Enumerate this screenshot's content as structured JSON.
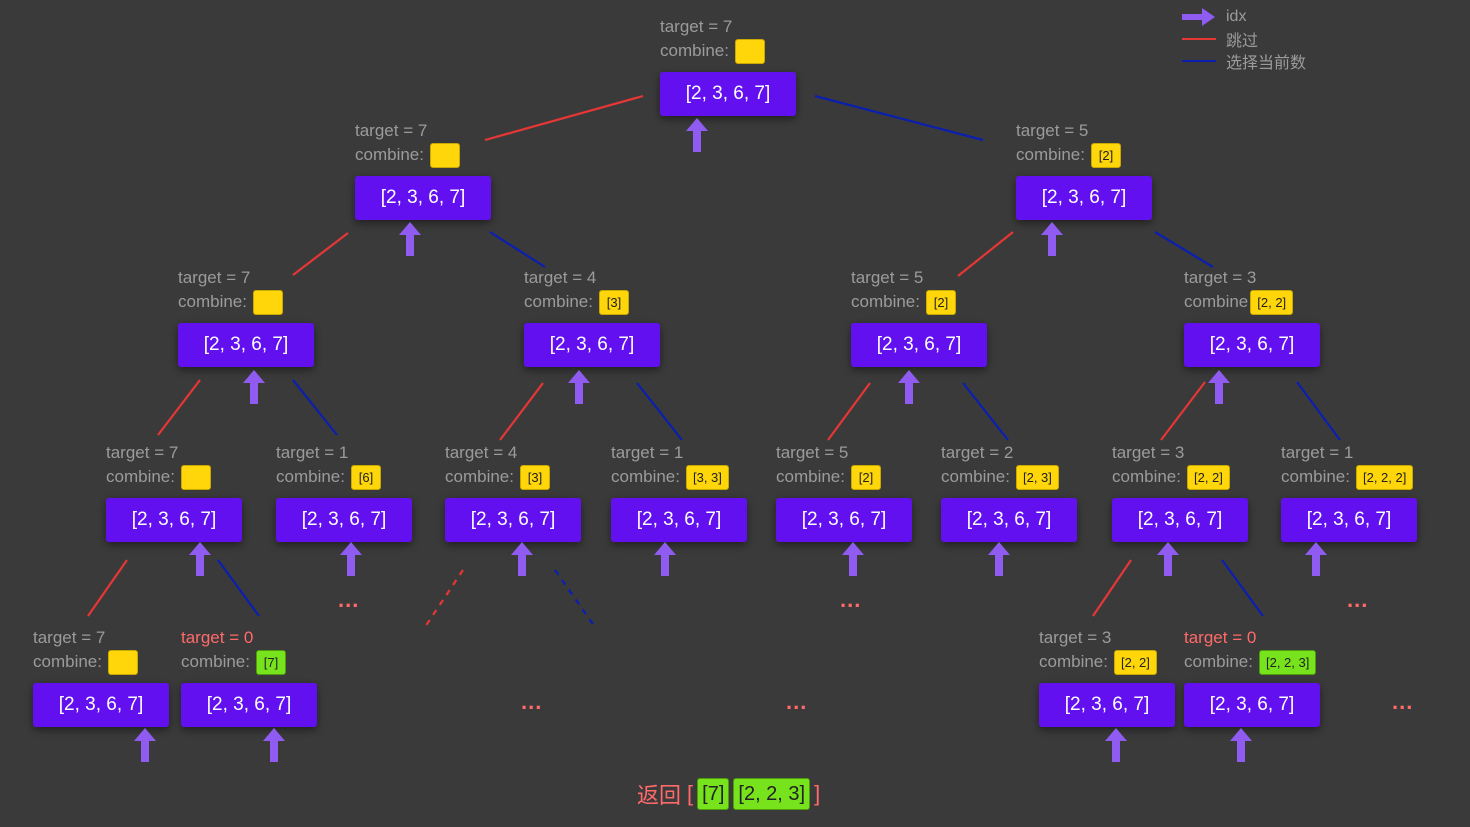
{
  "labels": {
    "target_prefix": "target = ",
    "combine": "combine:",
    "combine_nocolon": "combine"
  },
  "legend": {
    "idx": "idx",
    "skip": "跳过",
    "choose": "选择当前数"
  },
  "colors": {
    "box": "#6210f0",
    "chip": "#ffd60a",
    "chip_found": "#76e31c",
    "skip_line": "#e63636",
    "choose_line": "#0a1fb0",
    "arrow": "#8f5bf0",
    "hit_text": "#ff6a6a"
  },
  "nodes": [
    {
      "id": "n-root",
      "target": "7",
      "combine": "",
      "array": "[2, 3, 6, 7]"
    },
    {
      "id": "n-l1-a",
      "target": "7",
      "combine": "",
      "array": "[2, 3, 6, 7]"
    },
    {
      "id": "n-l1-b",
      "target": "5",
      "combine": "[2]",
      "array": "[2, 3, 6, 7]"
    },
    {
      "id": "n-l2-a",
      "target": "7",
      "combine": "",
      "array": "[2, 3, 6, 7]"
    },
    {
      "id": "n-l2-b",
      "target": "4",
      "combine": "[3]",
      "array": "[2, 3, 6, 7]"
    },
    {
      "id": "n-l2-c",
      "target": "5",
      "combine": "[2]",
      "array": "[2, 3, 6, 7]"
    },
    {
      "id": "n-l2-d",
      "target": "3",
      "combine": "[2, 2]",
      "array": "[2, 3, 6, 7]",
      "nocolon": true
    },
    {
      "id": "n-l3-a",
      "target": "7",
      "combine": "",
      "array": "[2, 3, 6, 7]"
    },
    {
      "id": "n-l3-b",
      "target": "1",
      "combine": "[6]",
      "array": "[2, 3, 6, 7]"
    },
    {
      "id": "n-l3-c",
      "target": "4",
      "combine": "[3]",
      "array": "[2, 3, 6, 7]"
    },
    {
      "id": "n-l3-d",
      "target": "1",
      "combine": "[3, 3]",
      "array": "[2, 3, 6, 7]"
    },
    {
      "id": "n-l3-e",
      "target": "5",
      "combine": "[2]",
      "array": "[2, 3, 6, 7]"
    },
    {
      "id": "n-l3-f",
      "target": "2",
      "combine": "[2, 3]",
      "array": "[2, 3, 6, 7]"
    },
    {
      "id": "n-l3-g",
      "target": "3",
      "combine": "[2, 2]",
      "array": "[2, 3, 6, 7]"
    },
    {
      "id": "n-l3-h",
      "target": "1",
      "combine": "[2, 2, 2]",
      "array": "[2, 3, 6, 7]"
    },
    {
      "id": "n-l4-a",
      "target": "7",
      "combine": "",
      "array": "[2, 3, 6, 7]"
    },
    {
      "id": "n-l4-b",
      "target": "0",
      "combine": "[7]",
      "array": "[2, 3, 6, 7]",
      "hit": true
    },
    {
      "id": "n-l4-c",
      "target": "3",
      "combine": "[2, 2]",
      "array": "[2, 3, 6, 7]"
    },
    {
      "id": "n-l4-d",
      "target": "0",
      "combine": "[2, 2, 3]",
      "array": "[2, 3, 6, 7]",
      "hit": true
    }
  ],
  "ellipsis": "...",
  "result": {
    "label": "返回",
    "open": "[",
    "items": [
      "[7]",
      "[2, 2, 3]"
    ],
    "close": "]"
  }
}
